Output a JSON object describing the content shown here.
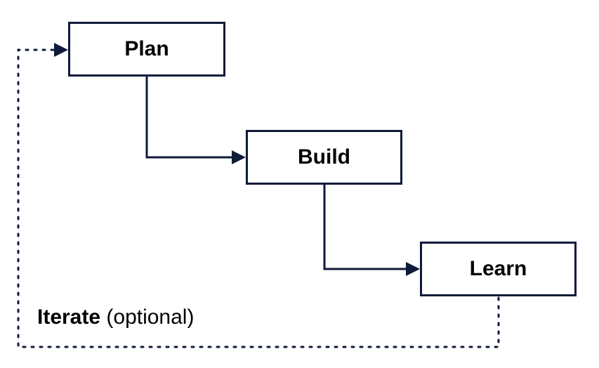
{
  "diagram": {
    "steps": [
      {
        "id": "plan",
        "label": "Plan"
      },
      {
        "id": "build",
        "label": "Build"
      },
      {
        "id": "learn",
        "label": "Learn"
      }
    ],
    "loop": {
      "label_bold": "Iterate",
      "label_rest": "(optional)"
    },
    "colors": {
      "line": "#0f1b3a",
      "box_fill": "#ffffff",
      "text": "#000000"
    }
  }
}
